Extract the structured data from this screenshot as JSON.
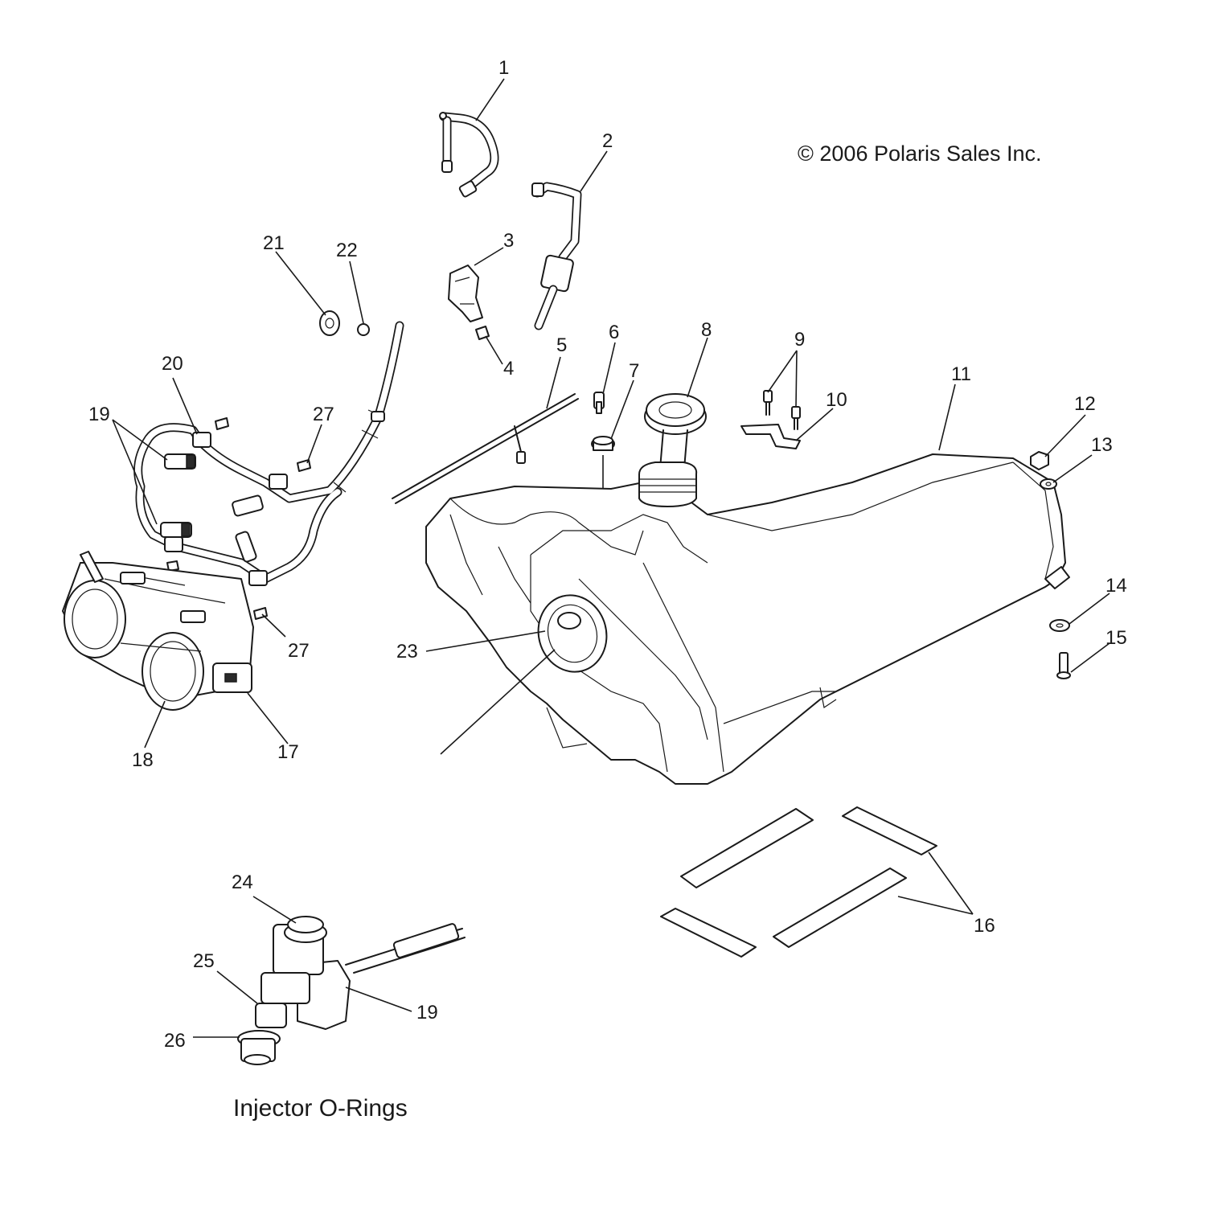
{
  "copyright": "© 2006 Polaris Sales Inc.",
  "caption": "Injector O-Rings",
  "callouts": {
    "c1": "1",
    "c2": "2",
    "c3": "3",
    "c4": "4",
    "c5": "5",
    "c6": "6",
    "c7": "7",
    "c8": "8",
    "c9": "9",
    "c10": "10",
    "c11": "11",
    "c12": "12",
    "c13": "13",
    "c14": "14",
    "c15": "15",
    "c16": "16",
    "c17": "17",
    "c18": "18",
    "c19a": "19",
    "c19b": "19",
    "c20": "20",
    "c21": "21",
    "c22": "22",
    "c23": "23",
    "c24": "24",
    "c25": "25",
    "c26": "26",
    "c27a": "27",
    "c27b": "27"
  }
}
